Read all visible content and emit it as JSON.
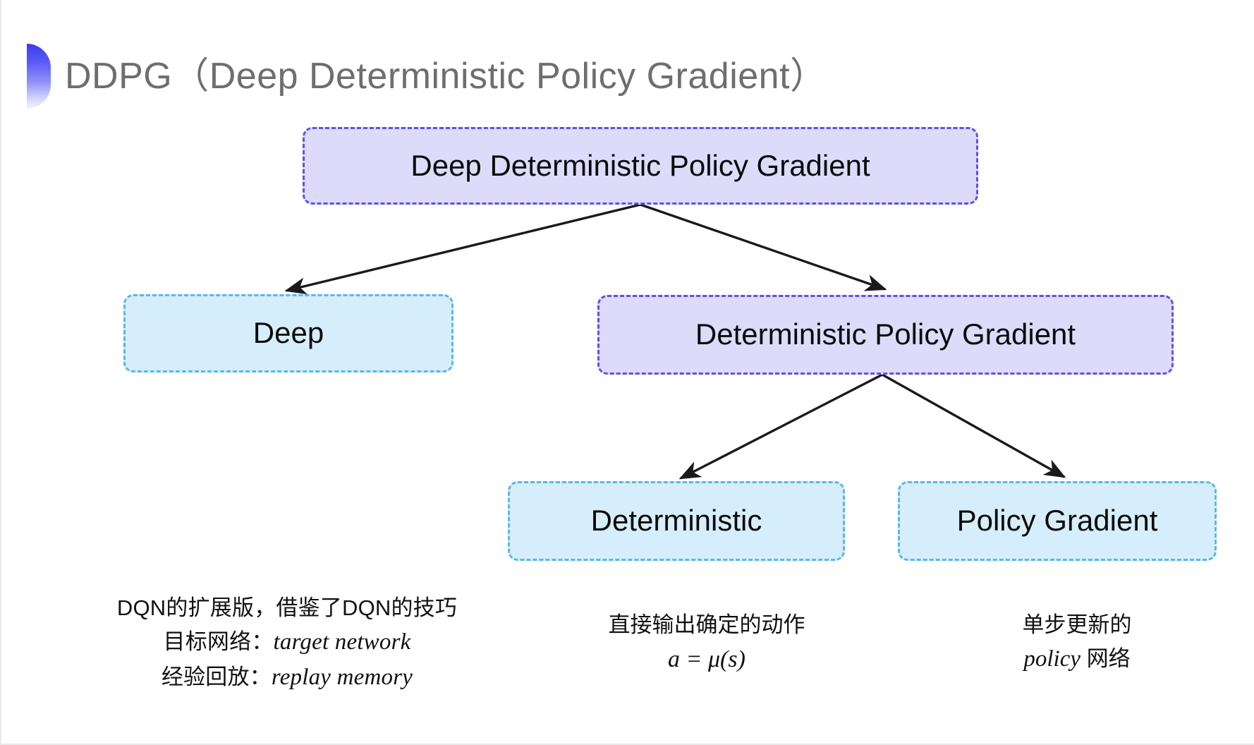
{
  "slide": {
    "title": "DDPG（Deep Deterministic Policy Gradient）",
    "bullet_icon": "half-circle-gradient-icon",
    "title_color": "#6e6e6e",
    "background_color": "#ffffff"
  },
  "colors": {
    "purple_fill": "#dedbfa",
    "purple_border": "#5b53e8",
    "blue_fill": "#d6eefb",
    "blue_border": "#5cb6e8",
    "arrow": "#1a1a1a",
    "text": "#0b0b0b"
  },
  "diagram": {
    "type": "tree",
    "nodes": {
      "root": {
        "label": "Deep Deterministic Policy Gradient",
        "style": "purple"
      },
      "deep": {
        "label": "Deep",
        "style": "blue"
      },
      "dpg": {
        "label": "Deterministic Policy Gradient",
        "style": "purple"
      },
      "deterministic": {
        "label": "Deterministic",
        "style": "blue"
      },
      "policy_gradient": {
        "label": "Policy Gradient",
        "style": "blue"
      }
    },
    "edges": [
      {
        "from": "root",
        "to": "deep",
        "arrow": "arrow-down-left"
      },
      {
        "from": "root",
        "to": "dpg",
        "arrow": "arrow-down-right"
      },
      {
        "from": "dpg",
        "to": "deterministic",
        "arrow": "arrow-down-left"
      },
      {
        "from": "dpg",
        "to": "policy_gradient",
        "arrow": "arrow-down-right"
      }
    ]
  },
  "captions": {
    "deep": {
      "line1": "DQN的扩展版，借鉴了DQN的技巧",
      "line2_prefix": "目标网络：",
      "line2_term": "target network",
      "line3_prefix": "经验回放：",
      "line3_term": "replay memory"
    },
    "deterministic": {
      "line1": "直接输出确定的动作",
      "line2_formula": "a = μ(s)"
    },
    "policy_gradient": {
      "line1": "单步更新的",
      "line2_term": "policy",
      "line2_suffix": " 网络"
    }
  }
}
